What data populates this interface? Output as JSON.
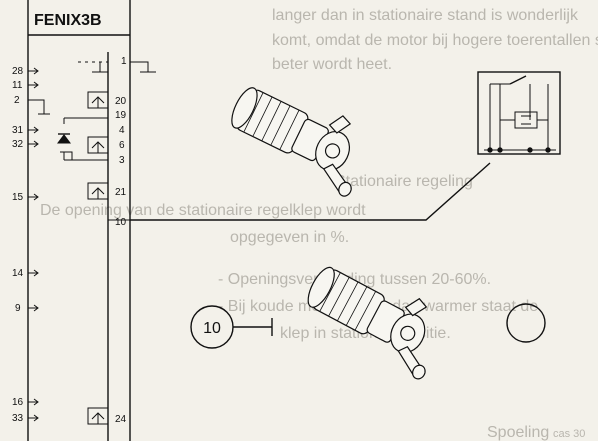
{
  "background_text": {
    "lines": [
      "langer dan in stationaire stand is wonderlijk",
      "komt, omdat de motor bij hogere toerentallen sn",
      "beter wordt heet."
    ],
    "heading": "Stationaire regeling",
    "body": [
      "De opening van de stationaire regelklep wordt",
      "opgegeven in %.",
      "- Openingsverhouding tussen 20-60%.",
      "- Bij koude motor langer dan warmer staat de",
      "klep in stationair positie."
    ],
    "footer_heading": "Spoeling",
    "page_corner": "cas 30"
  },
  "ecu": {
    "title": "FENIX3B",
    "left_pins": [
      "28",
      "11",
      "2",
      "31",
      "32",
      "15",
      "14",
      "9",
      "16",
      "33"
    ],
    "right_pins": [
      "1",
      "20",
      "19",
      "4",
      "6",
      "3",
      "21",
      "10",
      "24"
    ]
  },
  "connector": {
    "label": "10"
  },
  "colors": {
    "ink": "#111111",
    "paper": "#f3f1ea",
    "ghost_text": "#b9b6ae"
  }
}
